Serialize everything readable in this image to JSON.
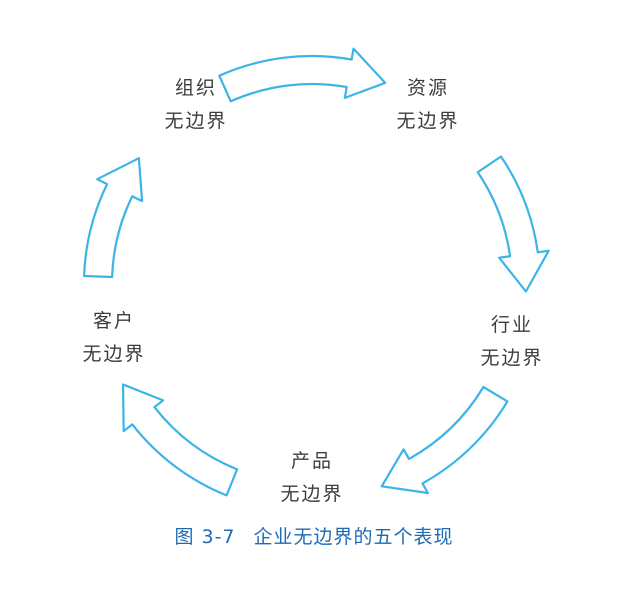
{
  "figure": {
    "caption_label": "图 3-7",
    "caption_title": "企业无边界的五个表现"
  },
  "diagram": {
    "nodes": [
      {
        "id": "organization",
        "line1": "组织",
        "line2": "无边界"
      },
      {
        "id": "resource",
        "line1": "资源",
        "line2": "无边界"
      },
      {
        "id": "industry",
        "line1": "行业",
        "line2": "无边界"
      },
      {
        "id": "product",
        "line1": "产品",
        "line2": "无边界"
      },
      {
        "id": "customer",
        "line1": "客户",
        "line2": "无边界"
      }
    ],
    "edges": [
      {
        "from": "organization",
        "to": "resource"
      },
      {
        "from": "resource",
        "to": "industry"
      },
      {
        "from": "industry",
        "to": "product"
      },
      {
        "from": "product",
        "to": "customer"
      },
      {
        "from": "customer",
        "to": "organization"
      }
    ]
  },
  "colors": {
    "arrow_outline": "#3cb4e7",
    "arrow_fill": "#ffffff",
    "caption_text": "#1e6bb5",
    "node_text": "#3d3d3d",
    "background": "#ffffff"
  }
}
